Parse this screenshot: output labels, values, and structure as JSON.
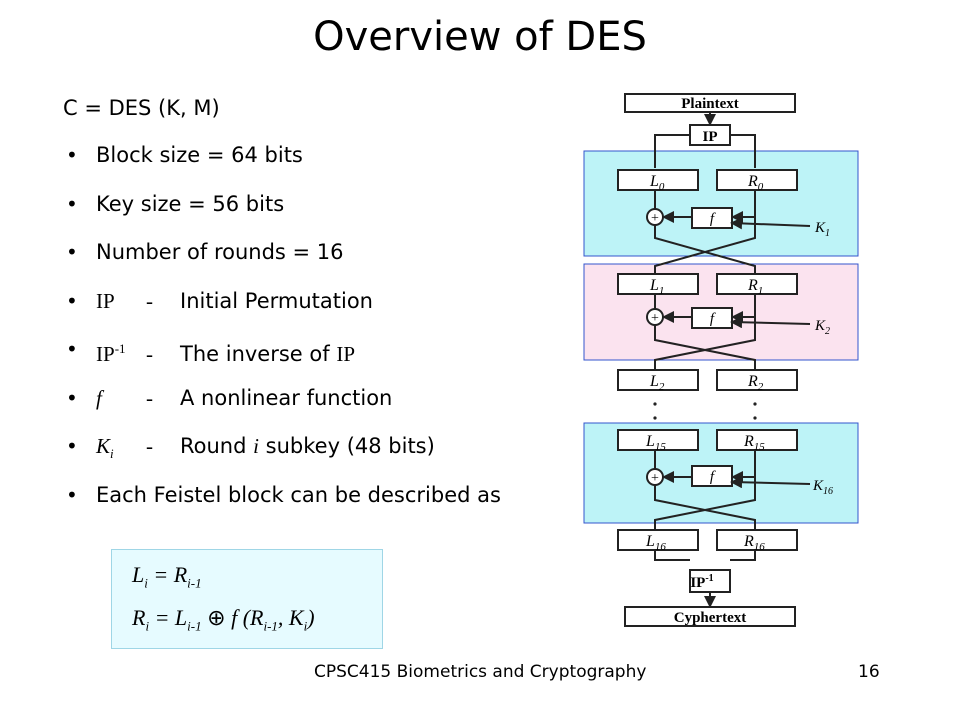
{
  "title": "Overview of DES",
  "formula": "C = DES (K, M)",
  "bullets": {
    "block_size": "Block size = 64 bits",
    "key_size": "Key size = 56 bits",
    "rounds": "Number of rounds = 16",
    "ip": {
      "sym": "IP",
      "dash": "-",
      "text": "Initial Permutation"
    },
    "ip_inv": {
      "sym": "IP",
      "sup": "-1",
      "dash": "-",
      "text_pre": "The inverse of",
      "text_sym": "IP"
    },
    "f": {
      "sym": "f",
      "dash": "-",
      "text": "A nonlinear function"
    },
    "ki": {
      "sym": "K",
      "sub": "i",
      "dash": "-",
      "text_pre": "Round",
      "text_i": "i",
      "text_post": "subkey (48 bits)"
    },
    "feistel": "Each Feistel block can be described as"
  },
  "feistel_formula": {
    "line1": {
      "l": "L",
      "l_sub": "i",
      "eq": " = R",
      "r_sub": "i-1"
    },
    "line2": {
      "r": "R",
      "r_sub": "i",
      "eq": " = L",
      "l_sub": "i-1",
      "xor": " ⊕ ",
      "f": "f",
      "args": " (R",
      "a_sub": "i-1",
      "comma": ", K",
      "k_sub": "i",
      "close": ")"
    }
  },
  "diagram": {
    "plaintext": "Plaintext",
    "ip": "IP",
    "ip_inv": "IP",
    "ip_inv_sup": "-1",
    "ciphertext": "Cyphertext",
    "f": "f",
    "rounds": [
      {
        "l": "L",
        "l_sub": "0",
        "r": "R",
        "r_sub": "0",
        "k": "K",
        "k_sub": "1",
        "color": "#bdf3f7"
      },
      {
        "l": "L",
        "l_sub": "1",
        "r": "R",
        "r_sub": "1",
        "k": "K",
        "k_sub": "2",
        "color": "#fbe3ef"
      },
      {
        "l": "L",
        "l_sub": "15",
        "r": "R",
        "r_sub": "15",
        "k": "K",
        "k_sub": "16",
        "color": "#bdf3f7"
      }
    ],
    "mid": {
      "l": "L",
      "l_sub": "2",
      "r": "R",
      "r_sub": "2"
    },
    "final": {
      "l": "L",
      "l_sub": "16",
      "r": "R",
      "r_sub": "16"
    }
  },
  "footer": {
    "course": "CPSC415 Biometrics and Cryptography",
    "page": "16"
  }
}
